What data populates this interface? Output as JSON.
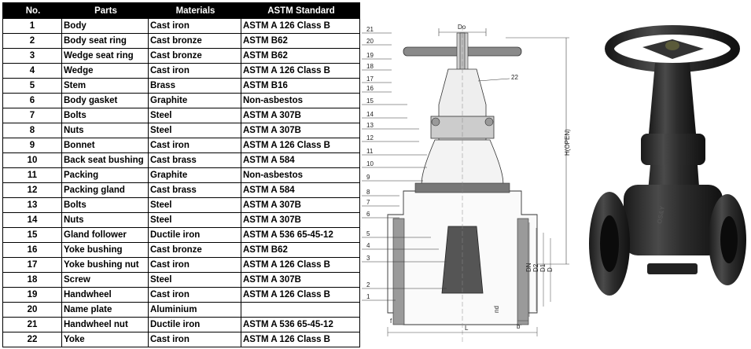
{
  "table": {
    "headers": [
      "No.",
      "Parts",
      "Materials",
      "ASTM Standard"
    ],
    "rows": [
      {
        "no": "1",
        "part": "Body",
        "material": "Cast iron",
        "standard": "ASTM A 126 Class B"
      },
      {
        "no": "2",
        "part": "Body seat ring",
        "material": "Cast bronze",
        "standard": "ASTM B62"
      },
      {
        "no": "3",
        "part": "Wedge seat ring",
        "material": "Cast bronze",
        "standard": "ASTM B62"
      },
      {
        "no": "4",
        "part": "Wedge",
        "material": "Cast iron",
        "standard": "ASTM A 126 Class B"
      },
      {
        "no": "5",
        "part": "Stem",
        "material": "Brass",
        "standard": "ASTM B16"
      },
      {
        "no": "6",
        "part": "Body gasket",
        "material": "Graphite",
        "standard": "Non-asbestos"
      },
      {
        "no": "7",
        "part": "Bolts",
        "material": "Steel",
        "standard": "ASTM A 307B"
      },
      {
        "no": "8",
        "part": "Nuts",
        "material": "Steel",
        "standard": "ASTM A 307B"
      },
      {
        "no": "9",
        "part": "Bonnet",
        "material": "Cast iron",
        "standard": "ASTM A 126 Class B"
      },
      {
        "no": "10",
        "part": "Back seat bushing",
        "material": "Cast brass",
        "standard": "ASTM A 584"
      },
      {
        "no": "11",
        "part": "Packing",
        "material": "Graphite",
        "standard": "Non-asbestos"
      },
      {
        "no": "12",
        "part": "Packing gland",
        "material": "Cast brass",
        "standard": "ASTM A 584"
      },
      {
        "no": "13",
        "part": "Bolts",
        "material": "Steel",
        "standard": "ASTM A 307B"
      },
      {
        "no": "14",
        "part": "Nuts",
        "material": "Steel",
        "standard": "ASTM A 307B"
      },
      {
        "no": "15",
        "part": "Gland follower",
        "material": "Ductile iron",
        "standard": "ASTM A 536 65-45-12"
      },
      {
        "no": "16",
        "part": "Yoke bushing",
        "material": "Cast bronze",
        "standard": "ASTM B62"
      },
      {
        "no": "17",
        "part": "Yoke bushing nut",
        "material": "Cast iron",
        "standard": "ASTM A 126 Class B"
      },
      {
        "no": "18",
        "part": "Screw",
        "material": "Steel",
        "standard": "ASTM A 307B"
      },
      {
        "no": "19",
        "part": "Handwheel",
        "material": "Cast iron",
        "standard": "ASTM A 126 Class B"
      },
      {
        "no": "20",
        "part": "Name plate",
        "material": "Aluminium",
        "standard": ""
      },
      {
        "no": "21",
        "part": "Handwheel nut",
        "material": "Ductile iron",
        "standard": "ASTM A 536 65-45-12"
      },
      {
        "no": "22",
        "part": "Yoke",
        "material": "Cast iron",
        "standard": "ASTM A 126 Class B"
      }
    ]
  },
  "drawing": {
    "callouts_left": [
      "21",
      "20",
      "19",
      "18",
      "17",
      "16",
      "15",
      "14",
      "13",
      "12",
      "11",
      "10",
      "9",
      "8",
      "7",
      "6",
      "5",
      "4",
      "3",
      "2",
      "1"
    ],
    "callout_right": "22",
    "dimensions": {
      "top": "Do",
      "height": "H(OPEN)",
      "vertical": [
        "DN",
        "D2",
        "D1",
        "D"
      ],
      "bottom": [
        "f",
        "L",
        "nd",
        "b"
      ]
    }
  },
  "photo": {
    "plate_text": "OS&Y"
  }
}
